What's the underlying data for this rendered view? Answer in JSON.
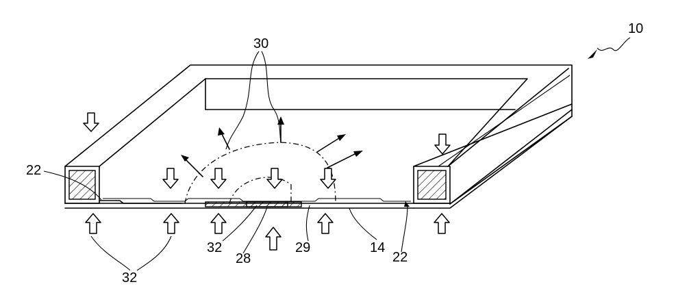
{
  "labels": {
    "assembly": "10",
    "flow": "30",
    "seal_left": "22",
    "seal_right": "22",
    "pressure_bottom": "32",
    "pressure_mid": "32",
    "center_zone": "28",
    "inner_zone": "29",
    "membrane": "14"
  },
  "colors": {
    "line": "#000000",
    "background": "#ffffff"
  }
}
